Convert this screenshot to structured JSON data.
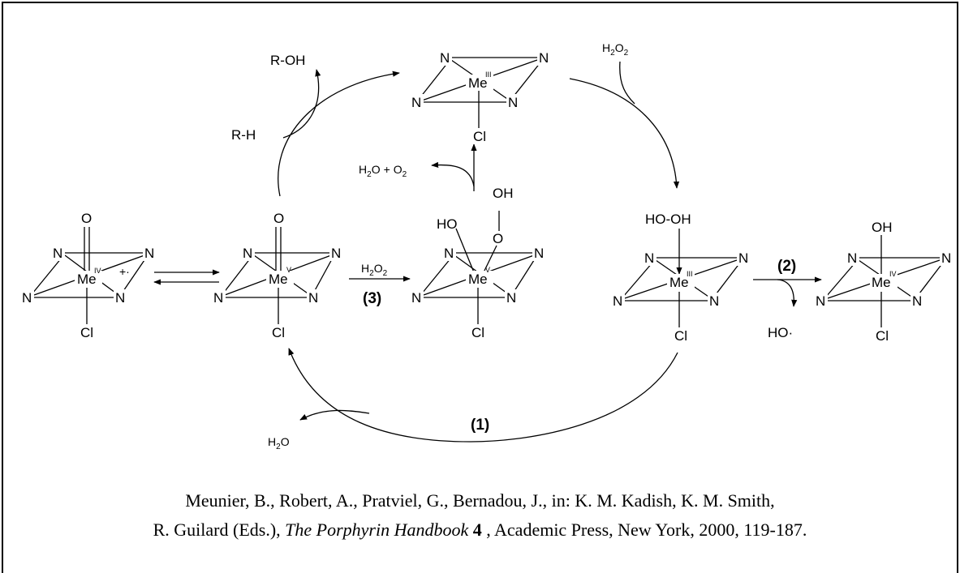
{
  "labels": {
    "N": "N",
    "Me": "Me",
    "Cl": "Cl",
    "O": "O",
    "OH": "OH",
    "HO": "HO",
    "ox_III": "III",
    "ox_IV": "IV",
    "ox_V": "V",
    "radical_cation": "+·",
    "H": "H",
    "O_letter": "O",
    "two": "2",
    "plus": "+",
    "R_OH": "R-OH",
    "R_H": "R-H",
    "HO_OH": "HO-OH",
    "HO_radical": "HO·"
  },
  "pathways": {
    "p1": "(1)",
    "p2": "(2)",
    "p3": "(3)"
  },
  "citation": {
    "line1": "Meunier, B., Robert, A., Pratviel, G., Bernadou, J., in: K. M. Kadish, K. M. Smith,",
    "line2_start": "R. Guilard (Eds.), ",
    "book": "The Porphyrin Handbook",
    "volume": " 4",
    "line2_end": " , Academic Press, New York, 2000, 119-187."
  }
}
